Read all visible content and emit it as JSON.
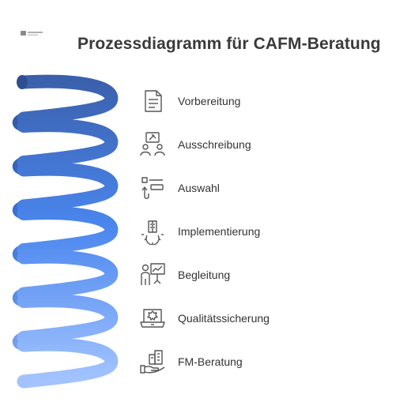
{
  "title": "Prozessdiagramm für CAFM-Beratung",
  "steps": [
    {
      "label": "Vorbereitung",
      "icon": "document-icon"
    },
    {
      "label": "Ausschreibung",
      "icon": "people-auction-icon"
    },
    {
      "label": "Auswahl",
      "icon": "selection-list-icon"
    },
    {
      "label": "Implementierung",
      "icon": "gear-building-icon"
    },
    {
      "label": "Begleitung",
      "icon": "presenter-chart-icon"
    },
    {
      "label": "Qualitätssicherung",
      "icon": "laptop-quality-icon"
    },
    {
      "label": "FM-Beratung",
      "icon": "hand-buildings-icon"
    }
  ],
  "colors": {
    "title": "#3a3a3a",
    "label": "#333333",
    "icon_stroke": "#555555",
    "spiral_top": "#3e64ad",
    "spiral_bottom": "#9dbfff"
  }
}
